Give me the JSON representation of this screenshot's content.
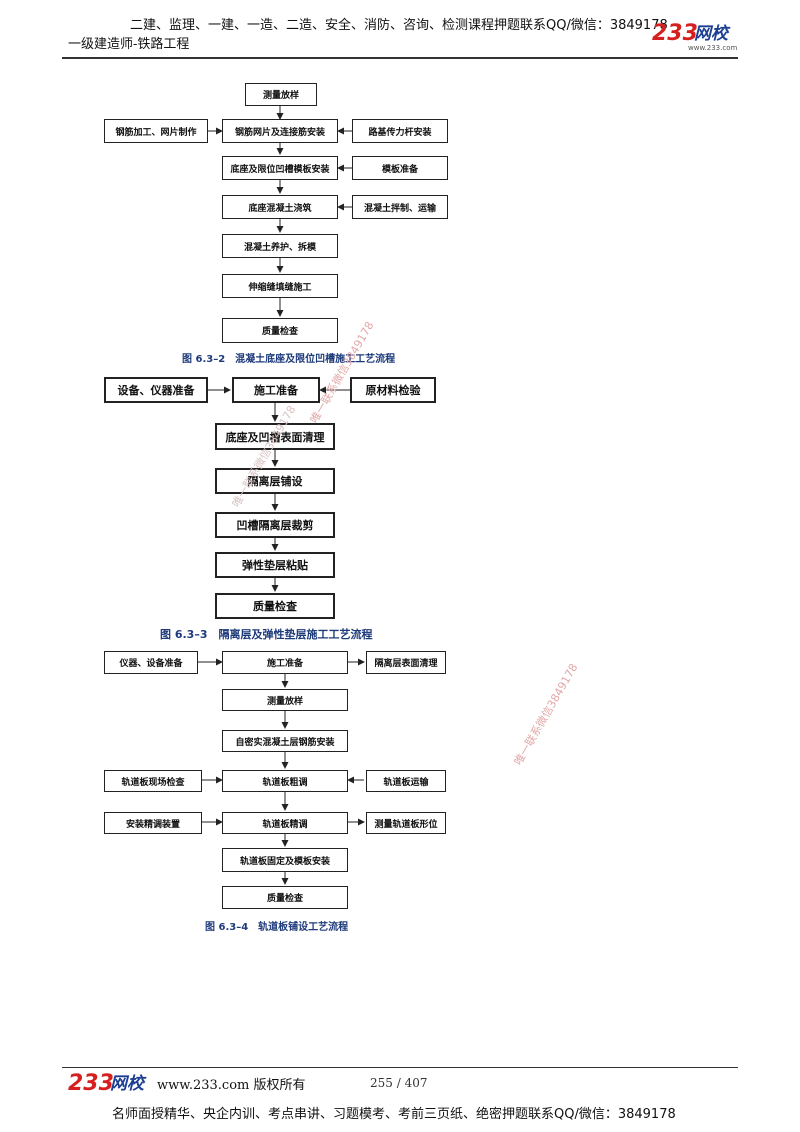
{
  "header": {
    "promo": "二建、监理、一建、一造、二造、安全、消防、咨询、检测课程押题联系QQ/微信：3849178",
    "subject": "一级建造师-铁路工程",
    "brand_red": "233",
    "brand_blue": "网校",
    "brand_site": "www.233.com"
  },
  "colors": {
    "brand_red": "#d62020",
    "brand_blue": "#1c3f94",
    "caption": "#1d3a7a",
    "watermark": "#e3a8a8"
  },
  "figures": [
    {
      "caption": "图 6.3–2　混凝土底座及限位凹槽施工工艺流程",
      "boxes": [
        "测量放样",
        "钢筋加工、网片制作",
        "钢筋网片及连接筋安装",
        "路基传力杆安装",
        "底座及限位凹槽模板安装",
        "模板准备",
        "底座混凝土浇筑",
        "混凝土拌制、运输",
        "混凝土养护、拆模",
        "伸缩缝填缝施工",
        "质量检查"
      ]
    },
    {
      "caption": "图 6.3–3　隔离层及弹性垫层施工工艺流程",
      "boxes": [
        "设备、仪器准备",
        "施工准备",
        "原材料检验",
        "底座及凹槽表面清理",
        "隔离层铺设",
        "凹槽隔离层裁剪",
        "弹性垫层粘贴",
        "质量检查"
      ]
    },
    {
      "caption": "图 6.3–4　轨道板铺设工艺流程",
      "boxes": [
        "仪器、设备准备",
        "施工准备",
        "隔离层表面清理",
        "测量放样",
        "自密实混凝土层钢筋安装",
        "轨道板现场检查",
        "轨道板粗调",
        "轨道板运输",
        "安装精调装置",
        "轨道板精调",
        "测量轨道板形位",
        "轨道板固定及模板安装",
        "质量检查"
      ]
    }
  ],
  "watermarks": [
    "唯一联系微信3849178",
    "唯一联系微信3849178",
    "唯一联系微信3849178"
  ],
  "footer": {
    "brand_red": "233",
    "brand_blue": "网校",
    "copyright": "www.233.com 版权所有",
    "page": "255 / 407",
    "promo": "名师面授精华、央企内训、考点串讲、习题模考、考前三页纸、绝密押题联系QQ/微信：3849178"
  }
}
